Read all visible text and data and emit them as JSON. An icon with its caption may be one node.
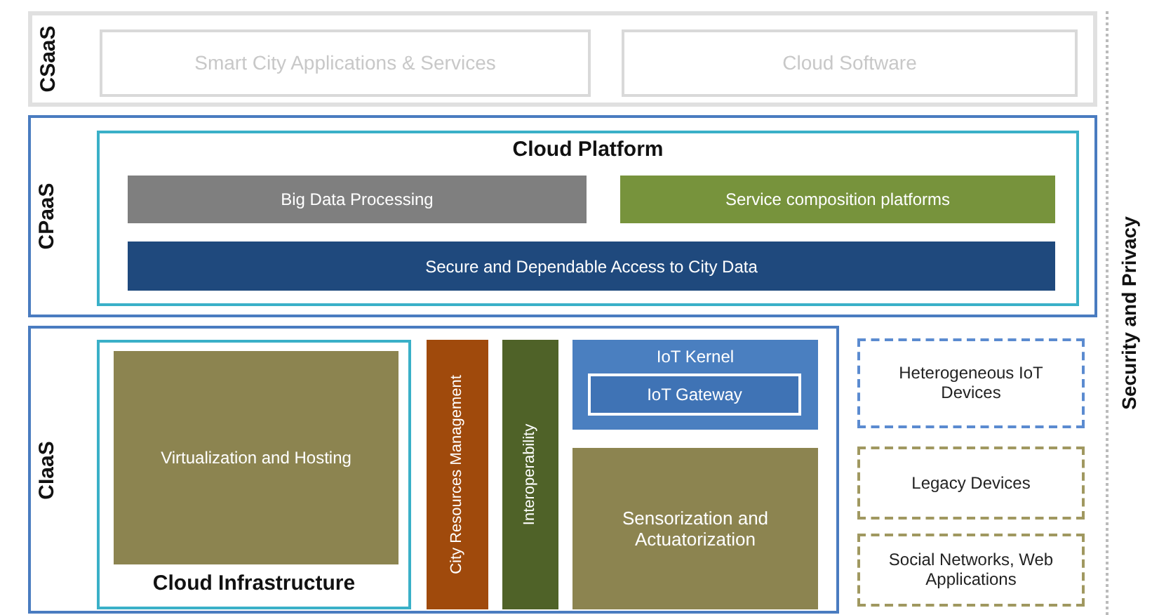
{
  "diagram": {
    "nodes": [
      {
        "text": [
          "CSaaS"
        ]
      },
      {
        "text": [
          "Smart City Applications & Services"
        ],
        "in": 0
      },
      {
        "text": [
          "Cloud Software"
        ],
        "in": 0
      },
      {
        "text": [
          "CPaaS"
        ]
      },
      {
        "text": [
          "Cloud Platform"
        ],
        "in": 3
      },
      {
        "text": [
          "Big Data Processing"
        ],
        "in": 4
      },
      {
        "text": [
          "Service composition platforms"
        ],
        "in": 4
      },
      {
        "text": [
          "Secure and Dependable Access to City Data"
        ],
        "in": 4
      },
      {
        "text": [
          "CIaaS"
        ]
      },
      {
        "text": [
          "Cloud Infrastructure"
        ],
        "in": 8
      },
      {
        "text": [
          "Virtualization and Hosting"
        ],
        "in": 9
      },
      {
        "text": [
          "City Resources Management"
        ],
        "in": 8
      },
      {
        "text": [
          "Interoperability"
        ],
        "in": 8
      },
      {
        "text": [
          "IoT Kernel"
        ],
        "in": 8
      },
      {
        "text": [
          "IoT Gateway"
        ],
        "in": 13
      },
      {
        "text": [
          "Sensorization and Actuatorization"
        ],
        "in": 8
      },
      {
        "text": [
          "Heterogeneous IoT Devices"
        ]
      },
      {
        "text": [
          "Legacy Devices"
        ]
      },
      {
        "text": [
          "Social Networks, Web Applications"
        ]
      },
      {
        "text": [
          "Security and Privacy"
        ]
      }
    ]
  }
}
